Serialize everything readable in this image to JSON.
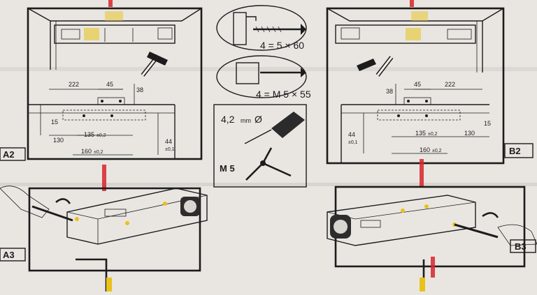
{
  "colors": {
    "paper": "#e9e6e2",
    "ink": "#1c1c1c",
    "marker_red": "#d8232a",
    "screw_yellow": "#e8c21a"
  },
  "left_panel": {
    "label": "A2",
    "dims": {
      "d222": "222",
      "d45": "45",
      "d38": "38",
      "d15": "15",
      "d130": "130",
      "d135": "135",
      "d135_tol": "±0,2",
      "d160": "160",
      "d160_tol": "±0,2",
      "d44": "44",
      "d44_tol": "±0,1"
    }
  },
  "right_panel": {
    "label": "B2",
    "dims": {
      "d222": "222",
      "d45": "45",
      "d38": "38",
      "d15": "15",
      "d130": "130",
      "d135": "135",
      "d135_tol": "±0,2",
      "d160": "160",
      "d160_tol": "±0,2",
      "d44": "44",
      "d44_tol": "±0,1"
    }
  },
  "center_panel": {
    "screw_wood": "4 = 5 × 60",
    "screw_metric": "4 = M 5 × 55",
    "drill_size": "4,2",
    "drill_unit": "mm",
    "drill_symbol": "Ø",
    "tap_label": "M 5"
  },
  "bottom_left": {
    "label": "A3"
  },
  "bottom_right": {
    "label": "B3"
  }
}
